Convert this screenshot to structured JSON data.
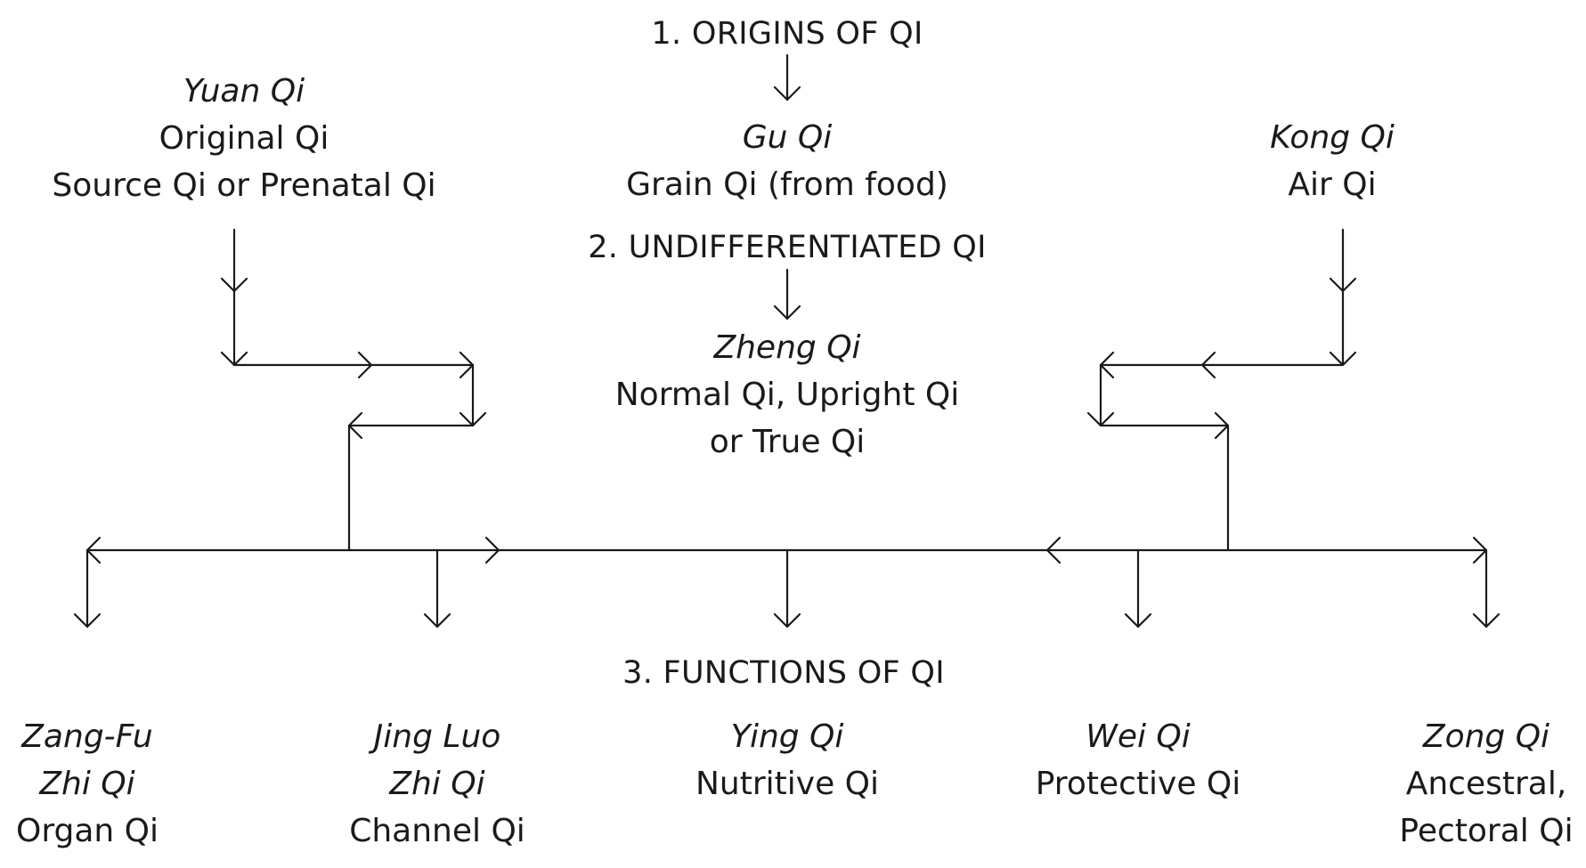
{
  "headings": {
    "origins": "1. ORIGINS OF QI",
    "undifferentiated": "2. UNDIFFERENTIATED QI",
    "functions": "3. FUNCTIONS OF QI"
  },
  "origins": {
    "yuan": {
      "name": "Yuan Qi",
      "line1": "Original Qi",
      "line2": "Source Qi or Prenatal Qi"
    },
    "gu": {
      "name": "Gu Qi",
      "line1": "Grain Qi (from food)"
    },
    "kong": {
      "name": "Kong Qi",
      "line1": "Air Qi"
    }
  },
  "zheng": {
    "name": "Zheng Qi",
    "line1": "Normal Qi, Upright Qi",
    "line2": "or True Qi"
  },
  "functions": {
    "zangfu": {
      "name1": "Zang-Fu",
      "name2": "Zhi Qi",
      "line1": "Organ Qi"
    },
    "jingluo": {
      "name1": "Jing Luo",
      "name2": "Zhi Qi",
      "line1": "Channel Qi"
    },
    "ying": {
      "name": "Ying Qi",
      "line1": "Nutritive Qi"
    },
    "wei": {
      "name": "Wei Qi",
      "line1": "Protective Qi"
    },
    "zong": {
      "name": "Zong Qi",
      "line1": "Ancestral,",
      "line2": "Pectoral Qi"
    }
  },
  "colors": {
    "ink": "#1a1a1a",
    "background": "#ffffff"
  }
}
